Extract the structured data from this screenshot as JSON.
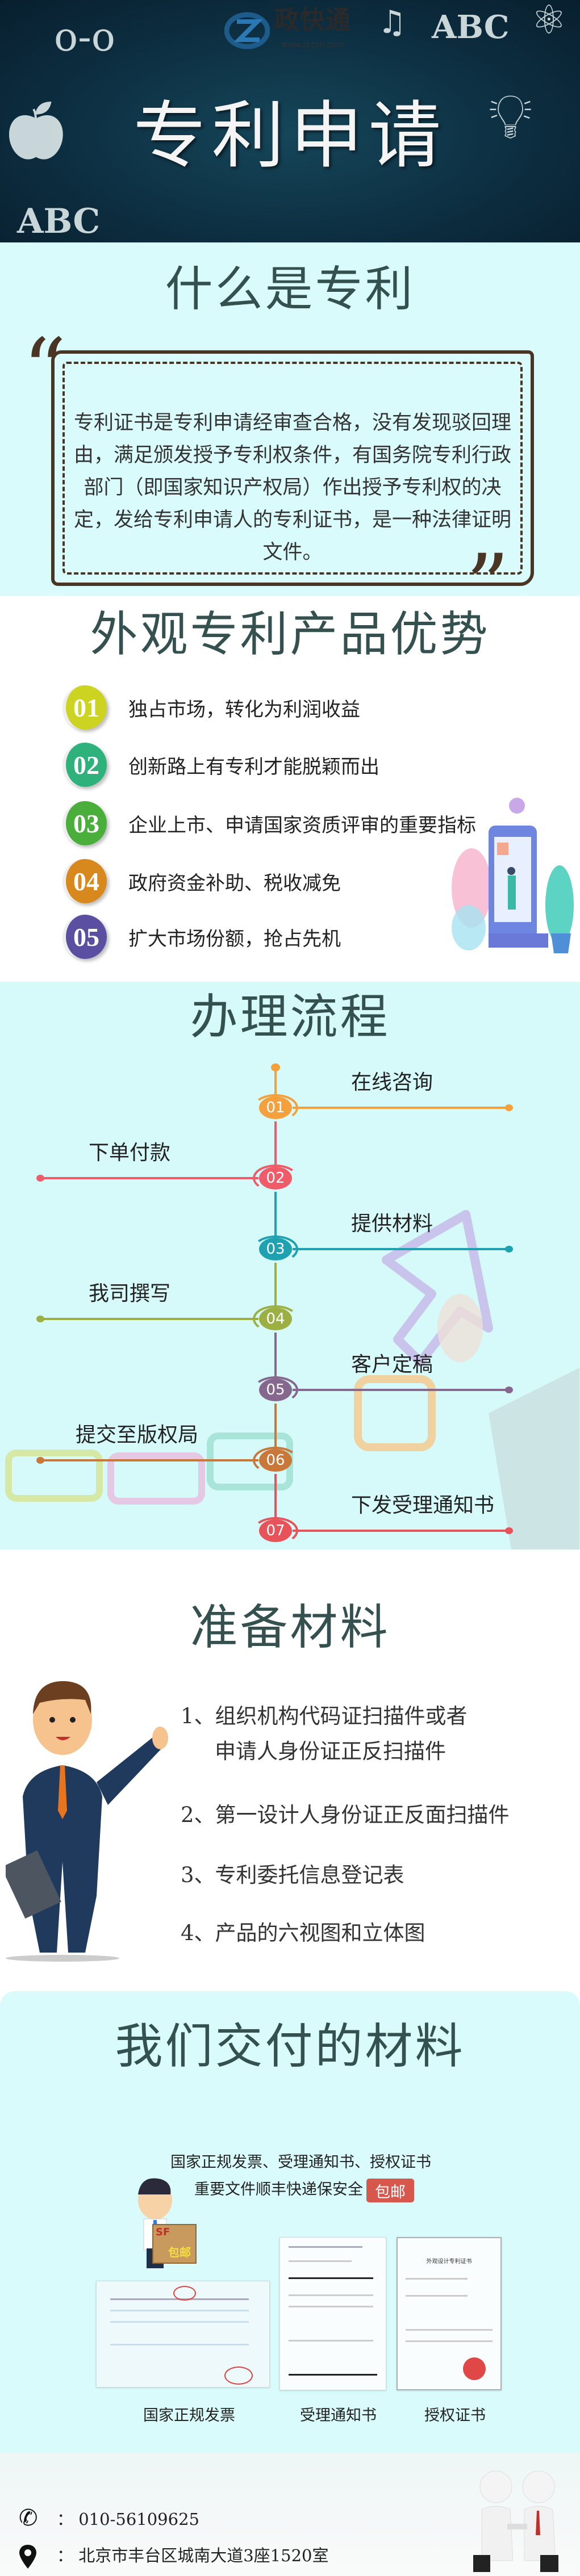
{
  "hero": {
    "logo_text": "政快通",
    "logo_url_text": "www.zkton.com",
    "title": "专利申请",
    "doodles": [
      "ABC",
      "ABC"
    ]
  },
  "what": {
    "title": "什么是专利",
    "text": "专利证书是专利申请经审查合格，没有发现驳回理由，满足颁发授予专利权条件，有国务院专利行政部门（即国家知识产权局）作出授予专利权的决定，发给专利申请人的专利证书，是一种法律证明文件。"
  },
  "advantages": {
    "title": "外观专利产品优势",
    "items": [
      {
        "num": "01",
        "text": "独占市场，转化为利润收益",
        "color": "#cdd321"
      },
      {
        "num": "02",
        "text": "创新路上有专利才能脱颖而出",
        "color": "#2eb17a"
      },
      {
        "num": "03",
        "text": "企业上市、申请国家资质评审的重要指标",
        "color": "#4aae3a"
      },
      {
        "num": "04",
        "text": "政府资金补助、税收减免",
        "color": "#d8891e"
      },
      {
        "num": "05",
        "text": "扩大市场份额，抢占先机",
        "color": "#5a4fa0"
      }
    ]
  },
  "process": {
    "title": "办理流程",
    "steps": [
      {
        "num": "01",
        "label": "在线咨询",
        "side": "right",
        "color": "#f4a03c"
      },
      {
        "num": "02",
        "label": "下单付款",
        "side": "left",
        "color": "#ef5b68"
      },
      {
        "num": "03",
        "label": "提供材料",
        "side": "right",
        "color": "#1ea2b2"
      },
      {
        "num": "04",
        "label": "我司撰写",
        "side": "left",
        "color": "#9caf42"
      },
      {
        "num": "05",
        "label": "客户定稿",
        "side": "right",
        "color": "#86688e"
      },
      {
        "num": "06",
        "label": "提交至版权局",
        "side": "left",
        "color": "#c9783a"
      },
      {
        "num": "07",
        "label": "下发受理通知书",
        "side": "right",
        "color": "#e8535a"
      }
    ]
  },
  "materials": {
    "title": "准备材料",
    "items": [
      "1、组织机构代码证扫描件或者",
      "申请人身份证正反扫描件",
      "2、第一设计人身份证正反面扫描件",
      "3、专利委托信息登记表",
      "4、产品的六视图和立体图"
    ]
  },
  "deliver": {
    "title": "我们交付的材料",
    "promo_line1": "国家正规发票、受理通知书、授权证书",
    "promo_line2": "重要文件顺丰快递保安全",
    "badge": "包邮",
    "box_label": "包邮",
    "box_logo": "SF",
    "docs": [
      "国家正规发票",
      "受理通知书",
      "授权证书"
    ],
    "cert_heading": "外观设计专利证书"
  },
  "footer": {
    "phone": "：  010-56109625",
    "address": "：  北京市丰台区城南大道3座1520室"
  }
}
